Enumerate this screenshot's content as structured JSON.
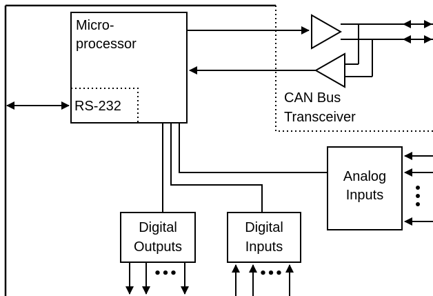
{
  "diagram": {
    "microprocessor": {
      "label_line1": "Micro-",
      "label_line2": "processor"
    },
    "rs232": {
      "label": "RS-232"
    },
    "can_bus": {
      "label_line1": "CAN Bus",
      "label_line2": "Transceiver"
    },
    "analog_inputs": {
      "label_line1": "Analog",
      "label_line2": "Inputs"
    },
    "digital_outputs": {
      "label_line1": "Digital",
      "label_line2": "Outputs"
    },
    "digital_inputs": {
      "label_line1": "Digital",
      "label_line2": "Inputs"
    },
    "ellipsis": "•••",
    "colors": {
      "line": "#000000",
      "background": "#ffffff"
    }
  }
}
